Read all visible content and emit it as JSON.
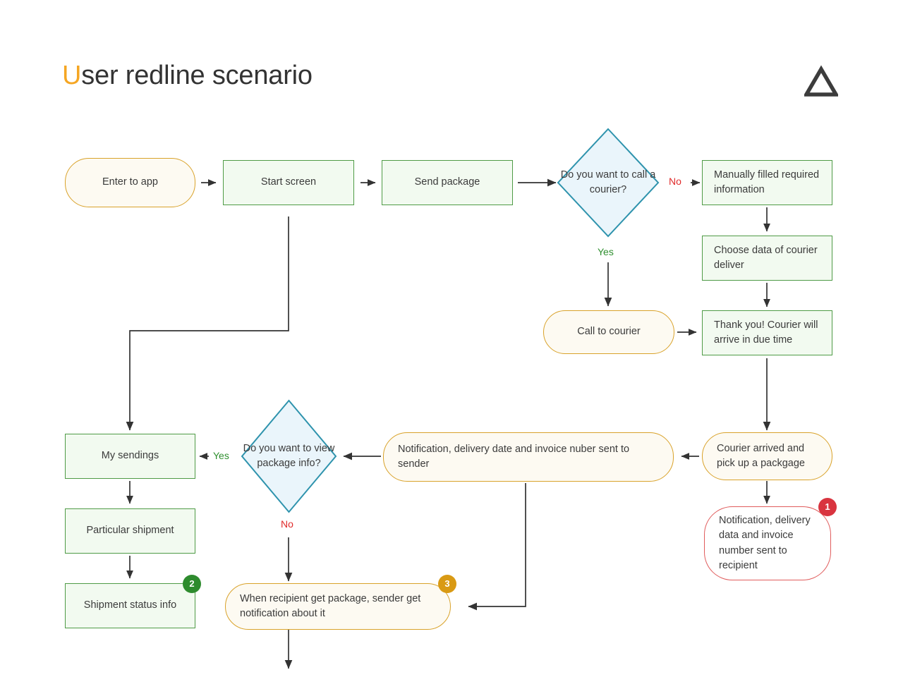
{
  "header": {
    "title_accent": "U",
    "title_rest": "ser redline scenario",
    "logo_icon": "triangle-logo"
  },
  "colors": {
    "accent_orange": "#F5A623",
    "process_border": "#4f9b46",
    "process_fill": "#f2faf0",
    "terminal_border": "#D9A22A",
    "terminal_fill": "#fdfaf2",
    "decision_border": "#2e93ad",
    "decision_fill": "#eaf5fb",
    "alert_border": "#E05C5C",
    "yes_label": "#2f8f2f",
    "no_label": "#E02b2b",
    "badge_red": "#D9343F",
    "badge_green": "#2E8B2E",
    "badge_orange": "#D99A14",
    "edge_stroke": "#333333",
    "text": "#3b3b3b"
  },
  "nodes": [
    {
      "id": "enter-to-app",
      "label": "Enter to app",
      "type": "terminal",
      "align": "center"
    },
    {
      "id": "start-screen",
      "label": "Start screen",
      "type": "process",
      "align": "center"
    },
    {
      "id": "send-package",
      "label": "Send package",
      "type": "process",
      "align": "center"
    },
    {
      "id": "call-courier-q",
      "label": "Do you want to call a courier?",
      "type": "decision",
      "align": "center"
    },
    {
      "id": "manually-filled",
      "label": "Manually filled required information",
      "type": "process",
      "align": "left"
    },
    {
      "id": "choose-data",
      "label": "Choose data of courier deliver",
      "type": "process",
      "align": "left"
    },
    {
      "id": "call-to-courier",
      "label": "Call to courier",
      "type": "terminal",
      "align": "center"
    },
    {
      "id": "thank-you",
      "label": "Thank you! Courier will arrive in due time",
      "type": "process",
      "align": "left"
    },
    {
      "id": "courier-arrived",
      "label": "Courier arrived and pick up a packgage",
      "type": "terminal",
      "align": "left"
    },
    {
      "id": "notify-recipient",
      "label": "Notification, delivery data and invoice number sent to recipient",
      "type": "alert",
      "align": "left",
      "badge": "1",
      "badge_color": "#D9343F"
    },
    {
      "id": "notify-sender",
      "label": "Notification, delivery date and invoice nuber sent to sender",
      "type": "terminal",
      "align": "left"
    },
    {
      "id": "view-package-q",
      "label": "Do you want to view package info?",
      "type": "decision",
      "align": "center"
    },
    {
      "id": "my-sendings",
      "label": "My sendings",
      "type": "process",
      "align": "center"
    },
    {
      "id": "particular-shipment",
      "label": "Particular shipment",
      "type": "process",
      "align": "center"
    },
    {
      "id": "shipment-status",
      "label": "Shipment status info",
      "type": "process",
      "align": "center",
      "badge": "2",
      "badge_color": "#2E8B2E"
    },
    {
      "id": "recipient-got",
      "label": "When recipient get package, sender get notification about it",
      "type": "terminal",
      "align": "left",
      "badge": "3",
      "badge_color": "#D99A14"
    }
  ],
  "edge_labels": [
    {
      "id": "no-call-courier",
      "text": "No",
      "kind": "no"
    },
    {
      "id": "yes-call-courier",
      "text": "Yes",
      "kind": "yes"
    },
    {
      "id": "yes-view-package",
      "text": "Yes",
      "kind": "yes"
    },
    {
      "id": "no-view-package",
      "text": "No",
      "kind": "no"
    }
  ]
}
